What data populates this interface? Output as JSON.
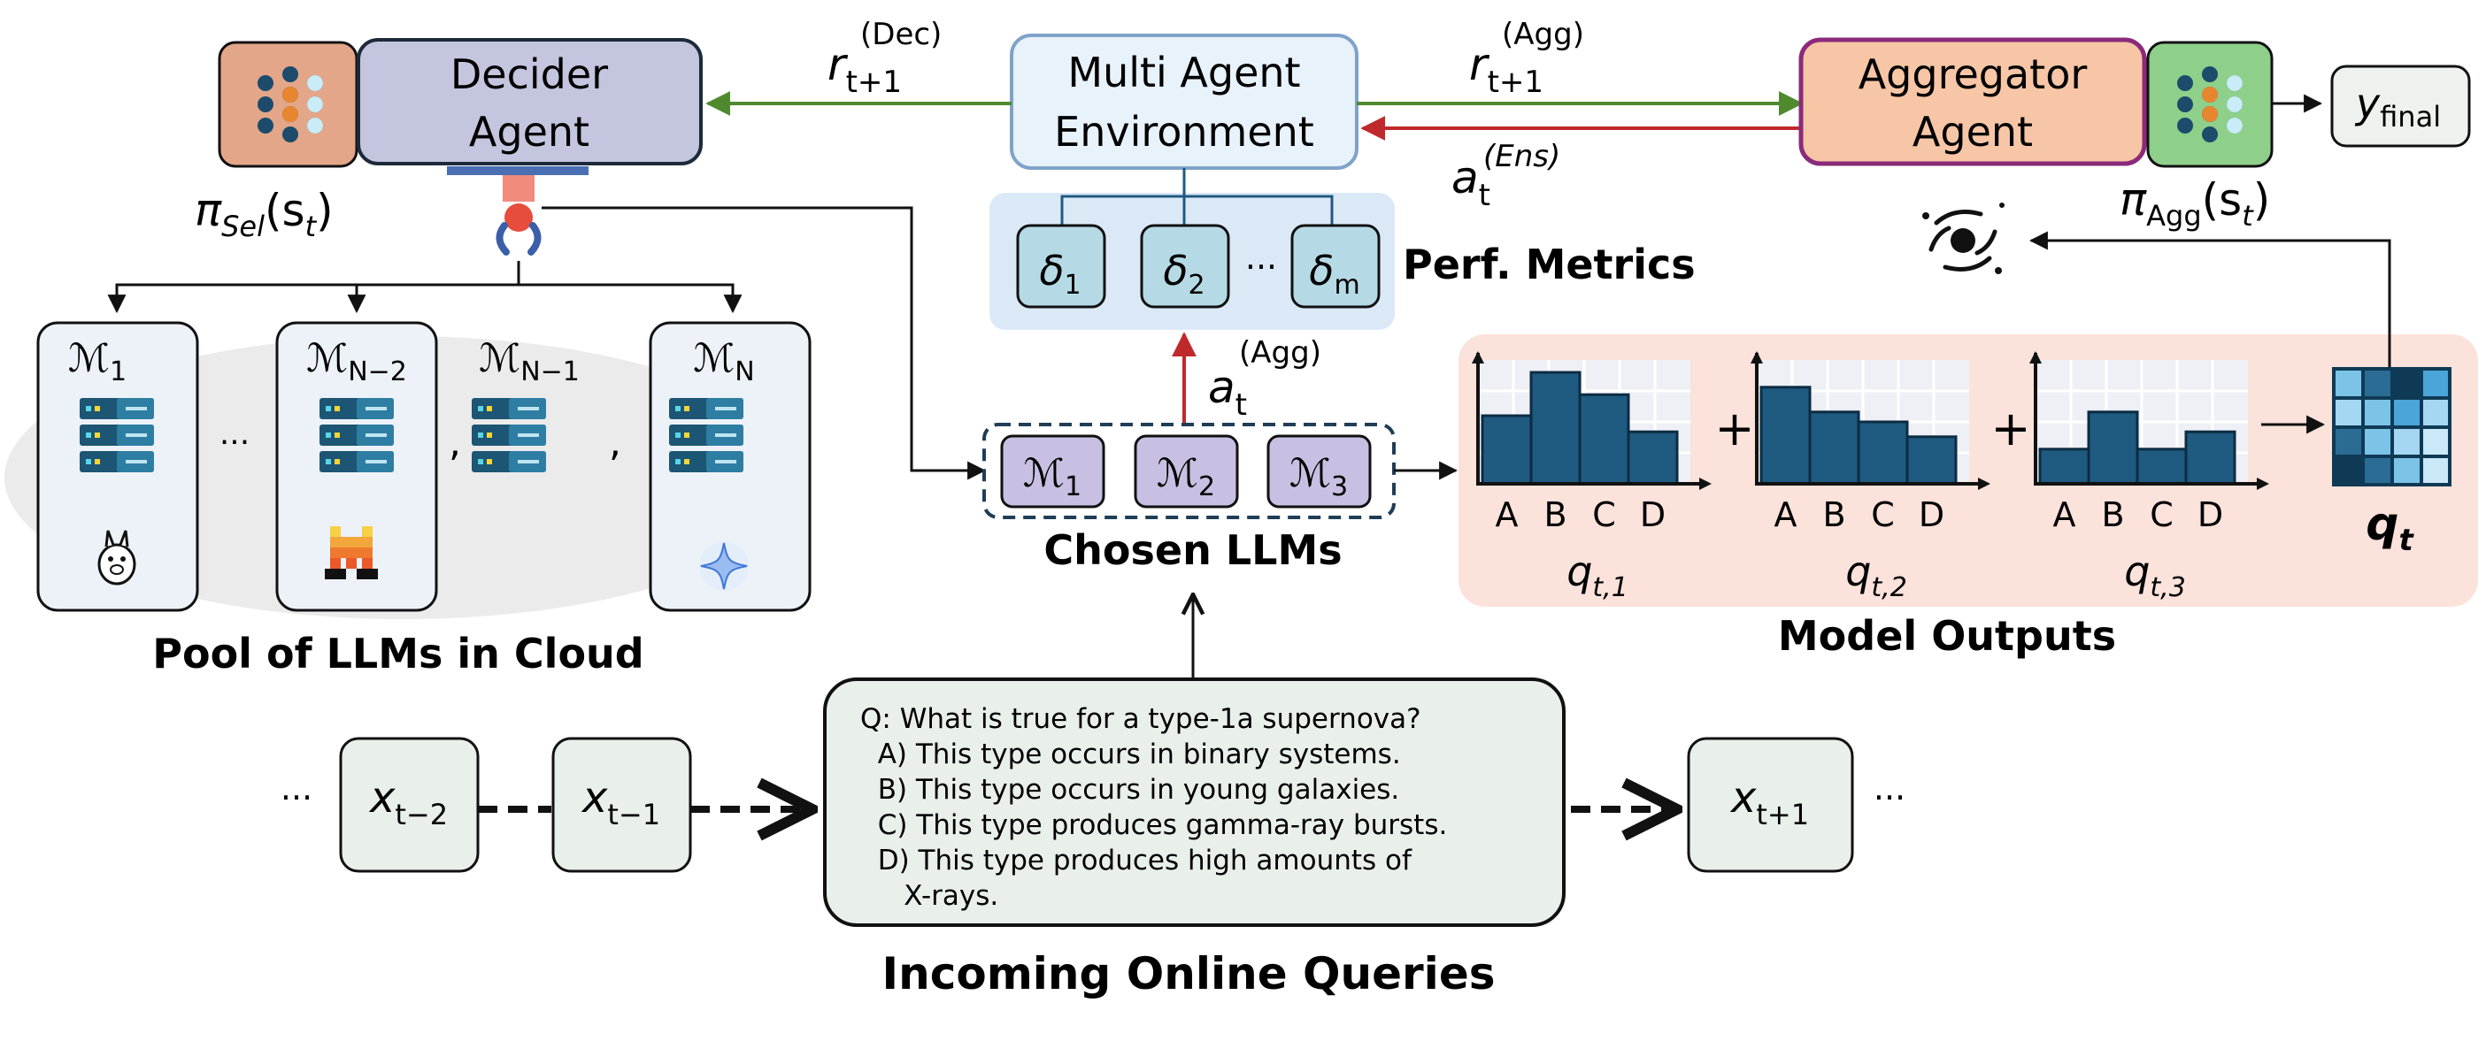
{
  "decider": {
    "label_line1": "Decider",
    "label_line2": "Agent",
    "policy": "π",
    "policy_sub": "Sel",
    "policy_arg": "(s",
    "policy_arg_sub": "t",
    "policy_close": ")"
  },
  "environment": {
    "label_line1": "Multi Agent",
    "label_line2": "Environment",
    "metrics": [
      "δ",
      "δ",
      "δ"
    ],
    "metric_subs": [
      "1",
      "2",
      "m"
    ],
    "metric_ellipsis": "···",
    "metrics_title": "Perf. Metrics"
  },
  "aggregator": {
    "label_line1": "Aggregator",
    "label_line2": "Agent",
    "policy": "π",
    "policy_sub": "Agg",
    "policy_arg": "(s",
    "policy_arg_sub": "t",
    "policy_close": ")",
    "output": "y",
    "output_sub": "final"
  },
  "signals": {
    "r_dec": "r",
    "r_dec_sub": "t+1",
    "r_dec_sup": "(Dec)",
    "r_agg": "r",
    "r_agg_sub": "t+1",
    "r_agg_sup": "(Agg)",
    "a_ens": "a",
    "a_ens_sub": "t",
    "a_ens_sup": "(Ens)",
    "a_agg": "a",
    "a_agg_sub": "t",
    "a_agg_sup": "(Agg)"
  },
  "pool": {
    "title": "Pool of LLMs in Cloud",
    "models": [
      {
        "label": "ℳ",
        "sub": "1",
        "logo": "llama-icon"
      },
      {
        "label": "ℳ",
        "sub": "N−2",
        "logo": "mistral-icon"
      },
      {
        "label": "ℳ",
        "sub": "N−1",
        "logo": ""
      },
      {
        "label": "ℳ",
        "sub": "N",
        "logo": "gemini-icon"
      }
    ],
    "ellipsis": "···",
    "comma": ","
  },
  "chosen": {
    "title": "Chosen LLMs",
    "models": [
      {
        "label": "ℳ",
        "sub": "1"
      },
      {
        "label": "ℳ",
        "sub": "2"
      },
      {
        "label": "ℳ",
        "sub": "3"
      }
    ]
  },
  "outputs": {
    "title": "Model Outputs",
    "plus": "+",
    "q_final": "q",
    "q_final_sub": "t",
    "charts": [
      {
        "label": "q",
        "sub": "t,1",
        "categories": [
          "A",
          "B",
          "C",
          "D"
        ],
        "values": [
          0.55,
          0.9,
          0.72,
          0.42
        ]
      },
      {
        "label": "q",
        "sub": "t,2",
        "categories": [
          "A",
          "B",
          "C",
          "D"
        ],
        "values": [
          0.78,
          0.58,
          0.5,
          0.38
        ]
      },
      {
        "label": "q",
        "sub": "t,3",
        "categories": [
          "A",
          "B",
          "C",
          "D"
        ],
        "values": [
          0.28,
          0.58,
          0.28,
          0.42
        ]
      }
    ]
  },
  "queries": {
    "title": "Incoming Online Queries",
    "x": "x",
    "prev2_sub": "t−2",
    "prev1_sub": "t−1",
    "next_sub": "t+1",
    "ellipsis": "···",
    "question_lines": [
      "Q: What is true for a type-1a supernova?",
      "  A) This type occurs in binary systems.",
      "  B) This type occurs in young galaxies.",
      "  C) This type produces gamma-ray bursts.",
      "  D) This type produces high amounts of",
      "     X-rays."
    ]
  },
  "colors": {
    "decider_fill": "#c4c6df",
    "env_fill": "#e8f2fb",
    "env_border": "#7fa3c8",
    "metrics_bg": "#dbe9f7",
    "metric_fill": "#b5dae5",
    "aggregator_fill": "#f6c6a6",
    "aggregator_border": "#8b2a7b",
    "chosen_fill": "#c9bfe2",
    "outputs_bg": "#fbe2da",
    "bar_fill": "#1f5a80",
    "green_arrow": "#4f8a2f",
    "red_arrow": "#c0292c",
    "query_fill": "#e9efe9"
  }
}
